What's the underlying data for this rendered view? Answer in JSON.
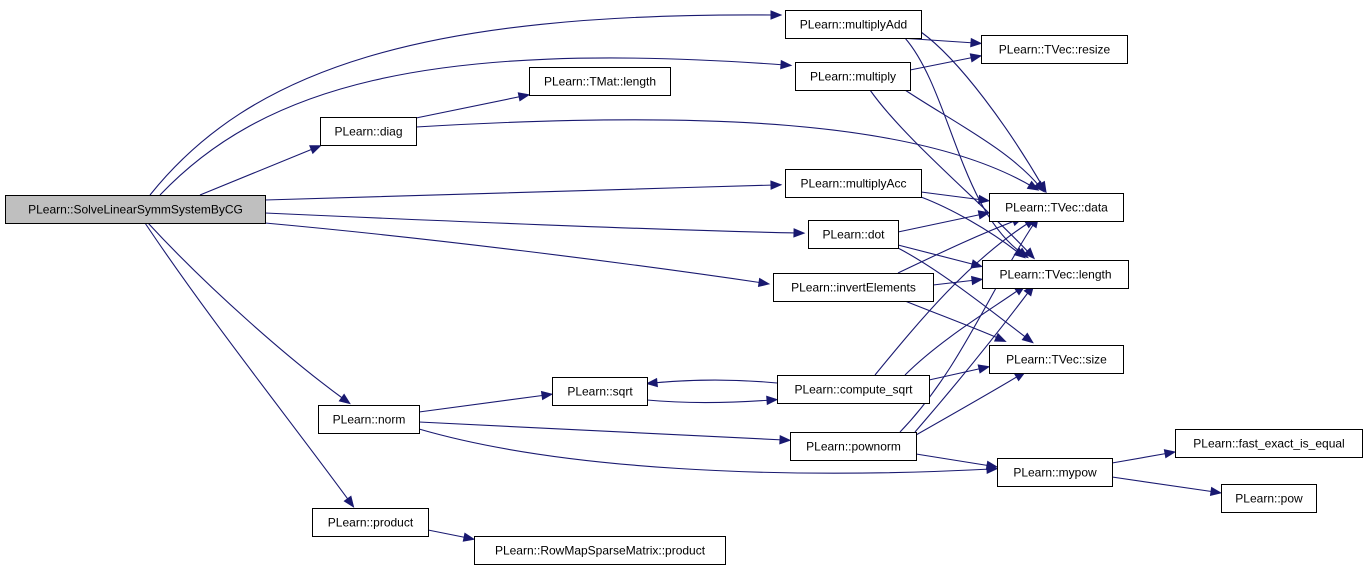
{
  "colors": {
    "edge": "#191970",
    "root_fill": "#bfbfbf",
    "node_fill": "#ffffff",
    "border": "#000000"
  },
  "nodes": [
    {
      "id": "solve",
      "label": "PLearn::SolveLinearSymmSystemByCG",
      "root": true
    },
    {
      "id": "multiplyAdd",
      "label": "PLearn::multiplyAdd"
    },
    {
      "id": "resize",
      "label": "PLearn::TVec::resize"
    },
    {
      "id": "multiply",
      "label": "PLearn::multiply"
    },
    {
      "id": "tmatlength",
      "label": "PLearn::TMat::length"
    },
    {
      "id": "diag",
      "label": "PLearn::diag"
    },
    {
      "id": "multiplyAcc",
      "label": "PLearn::multiplyAcc"
    },
    {
      "id": "data",
      "label": "PLearn::TVec::data"
    },
    {
      "id": "dot",
      "label": "PLearn::dot"
    },
    {
      "id": "tveclength",
      "label": "PLearn::TVec::length"
    },
    {
      "id": "invertElements",
      "label": "PLearn::invertElements"
    },
    {
      "id": "size",
      "label": "PLearn::TVec::size"
    },
    {
      "id": "sqrt",
      "label": "PLearn::sqrt"
    },
    {
      "id": "compute_sqrt",
      "label": "PLearn::compute_sqrt"
    },
    {
      "id": "norm",
      "label": "PLearn::norm"
    },
    {
      "id": "pownorm",
      "label": "PLearn::pownorm"
    },
    {
      "id": "fast_exact",
      "label": "PLearn::fast_exact_is_equal"
    },
    {
      "id": "mypow",
      "label": "PLearn::mypow"
    },
    {
      "id": "pow",
      "label": "PLearn::pow"
    },
    {
      "id": "product",
      "label": "PLearn::product"
    },
    {
      "id": "rowmapproduct",
      "label": "PLearn::RowMapSparseMatrix::product"
    }
  ],
  "edges": [
    {
      "from": "solve",
      "to": "multiplyAdd"
    },
    {
      "from": "solve",
      "to": "multiply"
    },
    {
      "from": "solve",
      "to": "diag"
    },
    {
      "from": "solve",
      "to": "multiplyAcc"
    },
    {
      "from": "solve",
      "to": "dot"
    },
    {
      "from": "solve",
      "to": "invertElements"
    },
    {
      "from": "solve",
      "to": "norm"
    },
    {
      "from": "solve",
      "to": "product"
    },
    {
      "from": "multiplyAdd",
      "to": "resize"
    },
    {
      "from": "multiplyAdd",
      "to": "data"
    },
    {
      "from": "multiplyAdd",
      "to": "tveclength"
    },
    {
      "from": "multiply",
      "to": "resize"
    },
    {
      "from": "multiply",
      "to": "data"
    },
    {
      "from": "multiply",
      "to": "tveclength"
    },
    {
      "from": "diag",
      "to": "tmatlength"
    },
    {
      "from": "diag",
      "to": "data"
    },
    {
      "from": "multiplyAcc",
      "to": "data"
    },
    {
      "from": "multiplyAcc",
      "to": "tveclength"
    },
    {
      "from": "dot",
      "to": "data"
    },
    {
      "from": "dot",
      "to": "tveclength"
    },
    {
      "from": "dot",
      "to": "size"
    },
    {
      "from": "invertElements",
      "to": "data"
    },
    {
      "from": "invertElements",
      "to": "tveclength"
    },
    {
      "from": "invertElements",
      "to": "size"
    },
    {
      "from": "norm",
      "to": "sqrt"
    },
    {
      "from": "norm",
      "to": "pownorm"
    },
    {
      "from": "norm",
      "to": "mypow"
    },
    {
      "from": "sqrt",
      "to": "compute_sqrt"
    },
    {
      "from": "compute_sqrt",
      "to": "sqrt"
    },
    {
      "from": "compute_sqrt",
      "to": "data"
    },
    {
      "from": "compute_sqrt",
      "to": "tveclength"
    },
    {
      "from": "compute_sqrt",
      "to": "size"
    },
    {
      "from": "pownorm",
      "to": "data"
    },
    {
      "from": "pownorm",
      "to": "tveclength"
    },
    {
      "from": "pownorm",
      "to": "size"
    },
    {
      "from": "pownorm",
      "to": "mypow"
    },
    {
      "from": "mypow",
      "to": "fast_exact"
    },
    {
      "from": "mypow",
      "to": "pow"
    },
    {
      "from": "product",
      "to": "rowmapproduct"
    }
  ]
}
